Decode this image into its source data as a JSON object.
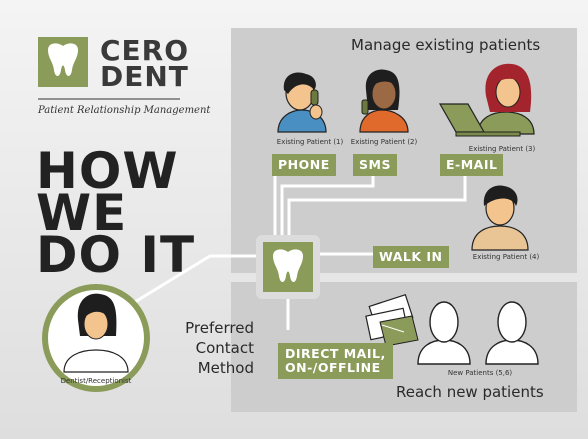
{
  "brand": {
    "name_line1": "CERO",
    "name_line2": "DENT",
    "tagline": "Patient Relationship Management",
    "logo_icon": "tooth-icon"
  },
  "headline": {
    "line1": "HOW",
    "line2": "WE",
    "line3": "DO IT"
  },
  "sections": {
    "existing_title": "Manage existing patients",
    "new_title": "Reach new patients"
  },
  "patients": {
    "p1": "Existing Patient (1)",
    "p2": "Existing Patient (2)",
    "p3": "Existing Patient (3)",
    "p4": "Existing Patient (4)",
    "new": "New Patients (5,6)"
  },
  "channels": {
    "phone": "PHONE",
    "sms": "SMS",
    "email": "E-MAIL",
    "walkin": "WALK IN",
    "mail_line1": "DIRECT MAIL,",
    "mail_line2": "ON-/OFFLINE"
  },
  "contact_label": {
    "line1": "Preferred",
    "line2": "Contact",
    "line3": "Method"
  },
  "dentist_label": "Dentist/Receptionist",
  "colors": {
    "accent": "#8b9b59",
    "panel": "#cdcdcd",
    "text": "#222222"
  }
}
